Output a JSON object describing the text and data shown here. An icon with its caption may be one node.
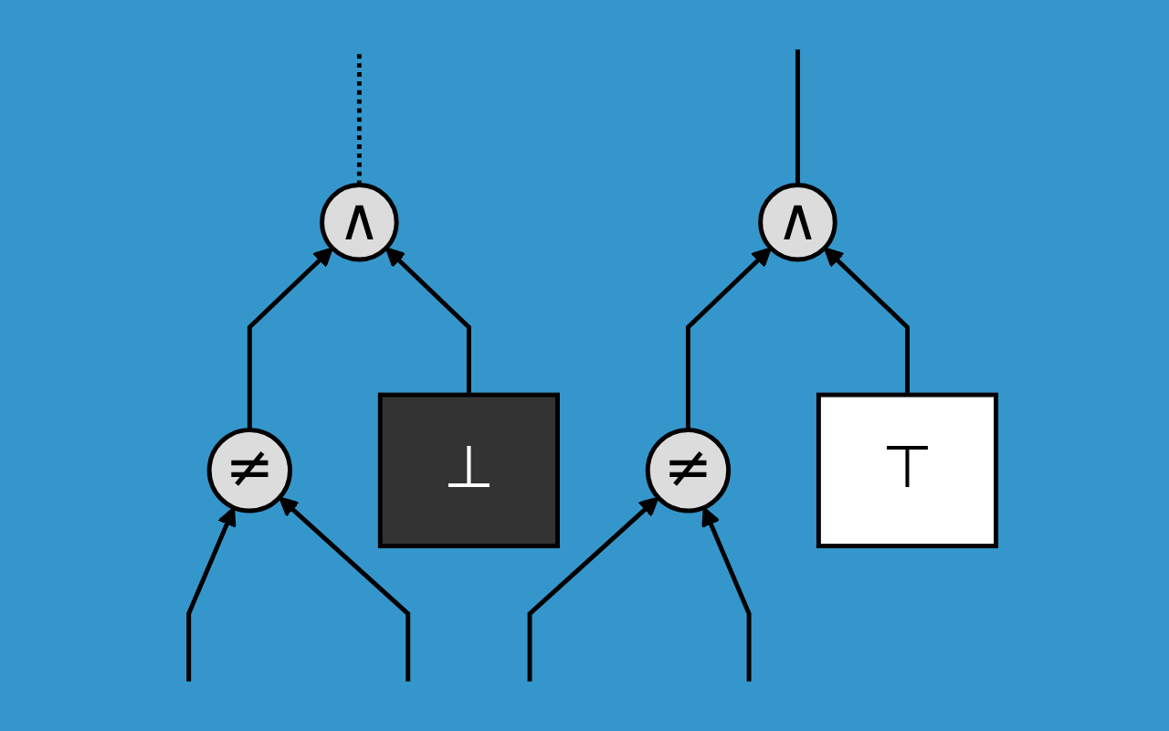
{
  "diagram": {
    "nodes": [
      {
        "text": [
          "∧"
        ]
      },
      {
        "text": [
          "∧"
        ]
      },
      {
        "text": [
          "≠"
        ]
      },
      {
        "text": [
          "⊥"
        ]
      },
      {
        "text": [
          "≠"
        ]
      },
      {
        "text": [
          "⊤"
        ]
      }
    ],
    "edges": [
      {
        "from": 0,
        "to": null,
        "arrow": "none",
        "style": "dashed"
      },
      {
        "from": 1,
        "to": null,
        "arrow": "none"
      },
      {
        "from": 2,
        "to": 0,
        "arrow": "to"
      },
      {
        "from": 3,
        "to": 0,
        "arrow": "to"
      },
      {
        "from": 4,
        "to": 1,
        "arrow": "to"
      },
      {
        "from": 5,
        "to": 1,
        "arrow": "to"
      },
      {
        "from": null,
        "to": 2,
        "arrow": "to"
      },
      {
        "from": null,
        "to": 2,
        "arrow": "to"
      },
      {
        "from": null,
        "to": 4,
        "arrow": "to"
      },
      {
        "from": null,
        "to": 4,
        "arrow": "to"
      }
    ]
  }
}
